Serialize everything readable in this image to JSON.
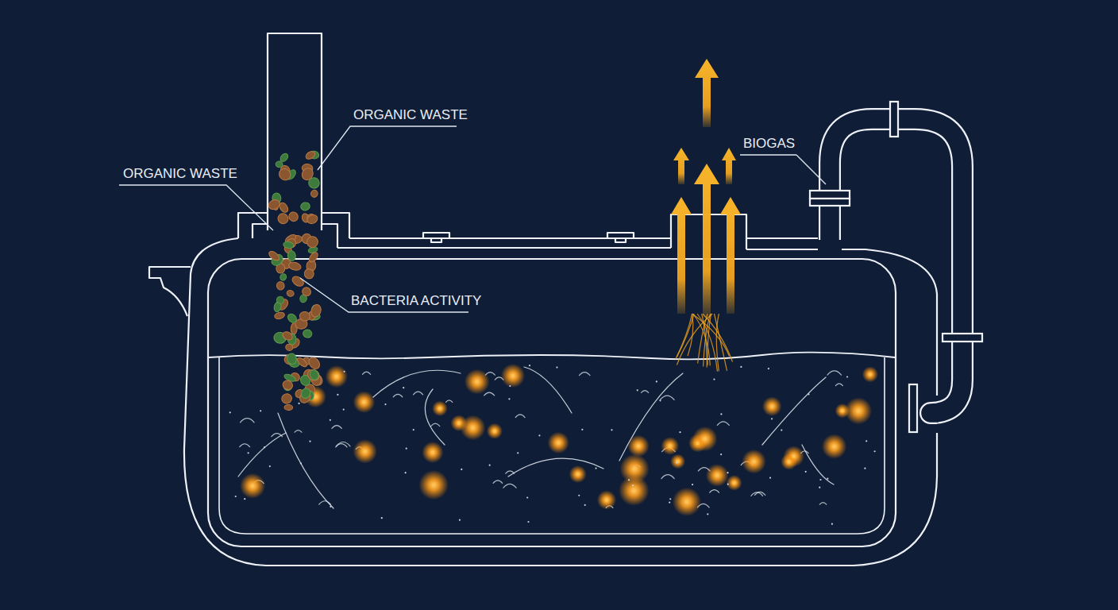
{
  "diagram": {
    "labels": [
      "ORGANIC WASTE",
      "BIOGAS",
      "ORGANIC WASTE",
      "BACTERIA ACTIVITY"
    ]
  }
}
